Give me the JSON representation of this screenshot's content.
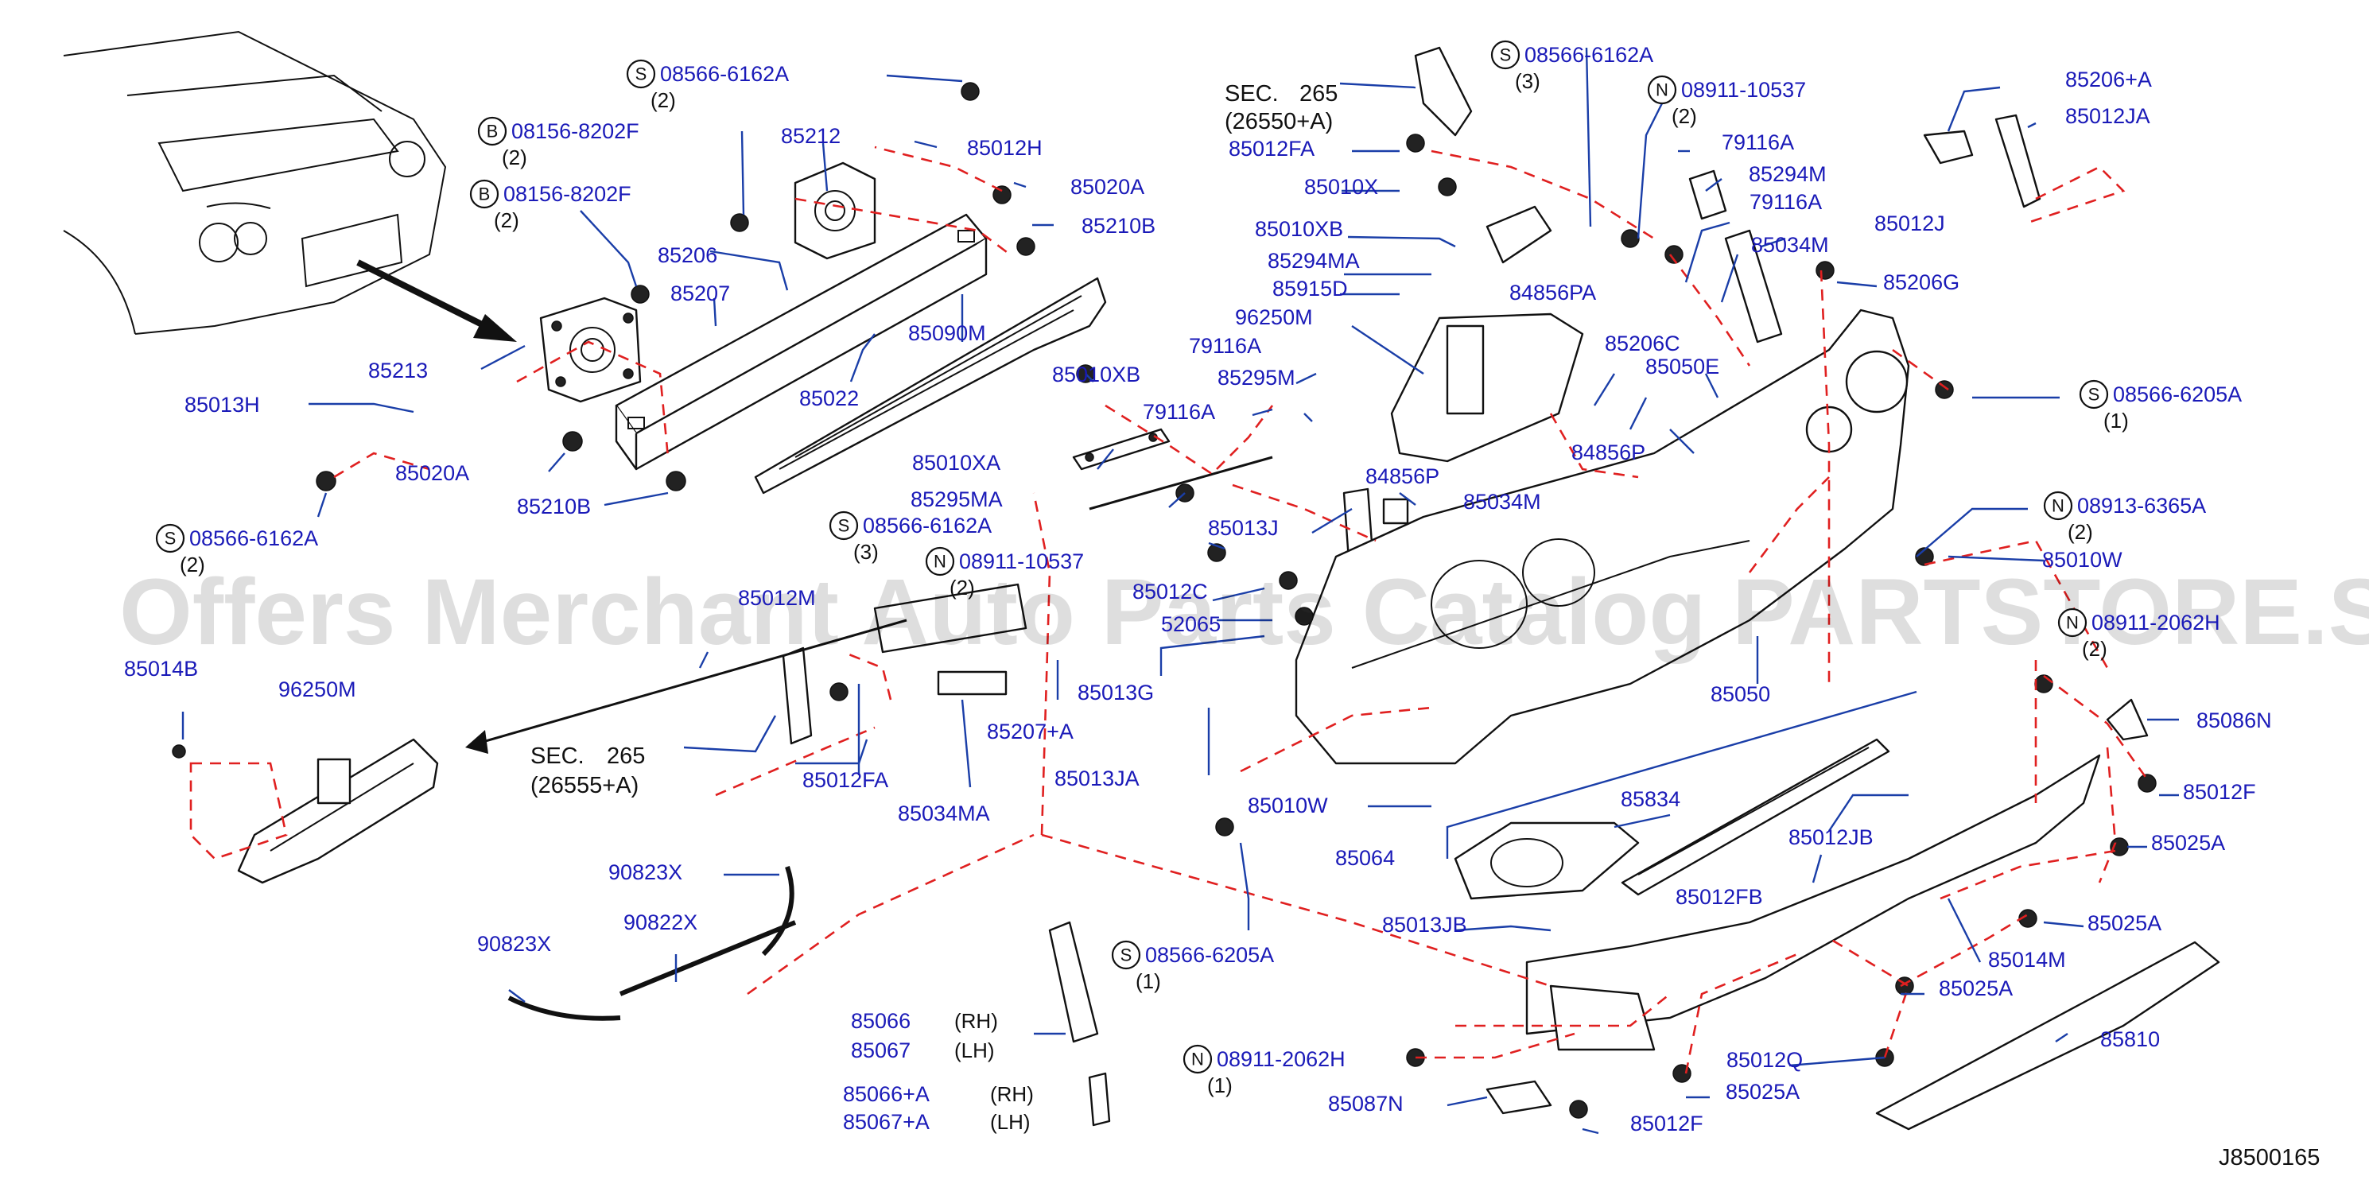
{
  "diagram": {
    "code": "J8500165",
    "watermark": "Offers Merchant Auto Parts Catalog PARTSTORE.SA",
    "colors": {
      "label": "#1a1ab8",
      "section_ref": "#8a2be2",
      "leader": "#1a3ea8",
      "dashed": "#e02020"
    }
  },
  "labels": [
    {
      "id": "l0",
      "text": "85213"
    },
    {
      "id": "l1",
      "text": "85013H"
    },
    {
      "id": "l2",
      "text": "85020A"
    },
    {
      "id": "l3",
      "text": "85210B"
    },
    {
      "id": "l4",
      "text": "08566-6162A",
      "badge": "S",
      "qty": "(2)"
    },
    {
      "id": "l5",
      "text": "08566-6162A",
      "badge": "S",
      "qty": "(2)"
    },
    {
      "id": "l6",
      "text": "08156-8202F",
      "badge": "B",
      "qty": "(2)"
    },
    {
      "id": "l7",
      "text": "08156-8202F",
      "badge": "B",
      "qty": "(2)"
    },
    {
      "id": "l8",
      "text": "85212"
    },
    {
      "id": "l9",
      "text": "85206"
    },
    {
      "id": "l10",
      "text": "85207"
    },
    {
      "id": "l11",
      "text": "85022"
    },
    {
      "id": "l12",
      "text": "85012H"
    },
    {
      "id": "l13",
      "text": "85020A"
    },
    {
      "id": "l14",
      "text": "85210B"
    },
    {
      "id": "l15",
      "text": "85090M"
    },
    {
      "id": "l16",
      "text": "85010XB"
    },
    {
      "id": "l17",
      "text": "85010XA"
    },
    {
      "id": "l18",
      "text": "85295MA"
    },
    {
      "id": "l19",
      "text": "08566-6162A",
      "badge": "S",
      "qty": "(3)"
    },
    {
      "id": "l20",
      "text": "79116A"
    },
    {
      "id": "l21",
      "text": "85295M"
    },
    {
      "id": "l22",
      "text": "79116A"
    },
    {
      "id": "l23",
      "text": "96250M"
    },
    {
      "id": "l24",
      "text": "85915D"
    },
    {
      "id": "l25",
      "text": "85294MA"
    },
    {
      "id": "l26",
      "text": "85010XB"
    },
    {
      "id": "l27",
      "text": "85010X"
    },
    {
      "id": "l28",
      "text": "85012FA"
    },
    {
      "id": "l29",
      "text": "08566-6162A",
      "badge": "S",
      "qty": "(3)"
    },
    {
      "id": "l30",
      "text": "08911-10537",
      "badge": "N",
      "qty": "(2)"
    },
    {
      "id": "l31",
      "text": "79116A"
    },
    {
      "id": "l32",
      "text": "85294M"
    },
    {
      "id": "l33",
      "text": "79116A"
    },
    {
      "id": "l34",
      "text": "85034M"
    },
    {
      "id": "l35",
      "text": "85012J"
    },
    {
      "id": "l36",
      "text": "85206G"
    },
    {
      "id": "l37",
      "text": "85206+A"
    },
    {
      "id": "l38",
      "text": "85012JA"
    },
    {
      "id": "l39",
      "text": "84856PA"
    },
    {
      "id": "l40",
      "text": "85206C"
    },
    {
      "id": "l41",
      "text": "85050E"
    },
    {
      "id": "l42",
      "text": "84856P"
    },
    {
      "id": "l43",
      "text": "84856P"
    },
    {
      "id": "l44",
      "text": "85034M"
    },
    {
      "id": "l45",
      "text": "08566-6205A",
      "badge": "S",
      "qty": "(1)"
    },
    {
      "id": "l46",
      "text": "08913-6365A",
      "badge": "N",
      "qty": "(2)"
    },
    {
      "id": "l47",
      "text": "85010W"
    },
    {
      "id": "l48",
      "text": "08911-2062H",
      "badge": "N",
      "qty": "(2)"
    },
    {
      "id": "l49",
      "text": "85013J"
    },
    {
      "id": "l50",
      "text": "08911-10537",
      "badge": "N",
      "qty": "(2)"
    },
    {
      "id": "l51",
      "text": "85012C"
    },
    {
      "id": "l52",
      "text": "52065"
    },
    {
      "id": "l53",
      "text": "85012M"
    },
    {
      "id": "l54",
      "text": "85014B"
    },
    {
      "id": "l55",
      "text": "96250M"
    },
    {
      "id": "l56",
      "text": "85012FA"
    },
    {
      "id": "l57",
      "text": "85034MA"
    },
    {
      "id": "l58",
      "text": "85207+A"
    },
    {
      "id": "l59",
      "text": "85013G"
    },
    {
      "id": "l60",
      "text": "85013JA"
    },
    {
      "id": "l61",
      "text": "85050"
    },
    {
      "id": "l62",
      "text": "85086N"
    },
    {
      "id": "l63",
      "text": "85012F"
    },
    {
      "id": "l64",
      "text": "85010W"
    },
    {
      "id": "l65",
      "text": "85064"
    },
    {
      "id": "l66",
      "text": "85834"
    },
    {
      "id": "l67",
      "text": "85012JB"
    },
    {
      "id": "l68",
      "text": "85012FB"
    },
    {
      "id": "l69",
      "text": "85025A"
    },
    {
      "id": "l70",
      "text": "85025A"
    },
    {
      "id": "l71",
      "text": "85013JB"
    },
    {
      "id": "l72",
      "text": "85014M"
    },
    {
      "id": "l73",
      "text": "85025A"
    },
    {
      "id": "l74",
      "text": "90823X"
    },
    {
      "id": "l75",
      "text": "90823X"
    },
    {
      "id": "l76",
      "text": "90822X"
    },
    {
      "id": "l77",
      "text": "08566-6205A",
      "badge": "S",
      "qty": "(1)"
    },
    {
      "id": "l78",
      "text": "85810"
    },
    {
      "id": "l79",
      "text": "85012Q"
    },
    {
      "id": "l80",
      "text": "08911-2062H",
      "badge": "N",
      "qty": "(1)"
    },
    {
      "id": "l81",
      "text": "85025A"
    },
    {
      "id": "l82",
      "text": "85087N"
    },
    {
      "id": "l83",
      "text": "85012F"
    }
  ],
  "sections": [
    {
      "prefix": "SEC.",
      "num": "265",
      "ref": "(26550+A)"
    },
    {
      "prefix": "SEC.",
      "num": "265",
      "ref": "(26555+A)"
    }
  ],
  "variants": [
    {
      "part": "85066",
      "side": "(RH)"
    },
    {
      "part": "85067",
      "side": "(LH)"
    },
    {
      "part": "85066+A",
      "side": "(RH)"
    },
    {
      "part": "85067+A",
      "side": "(LH)"
    }
  ]
}
